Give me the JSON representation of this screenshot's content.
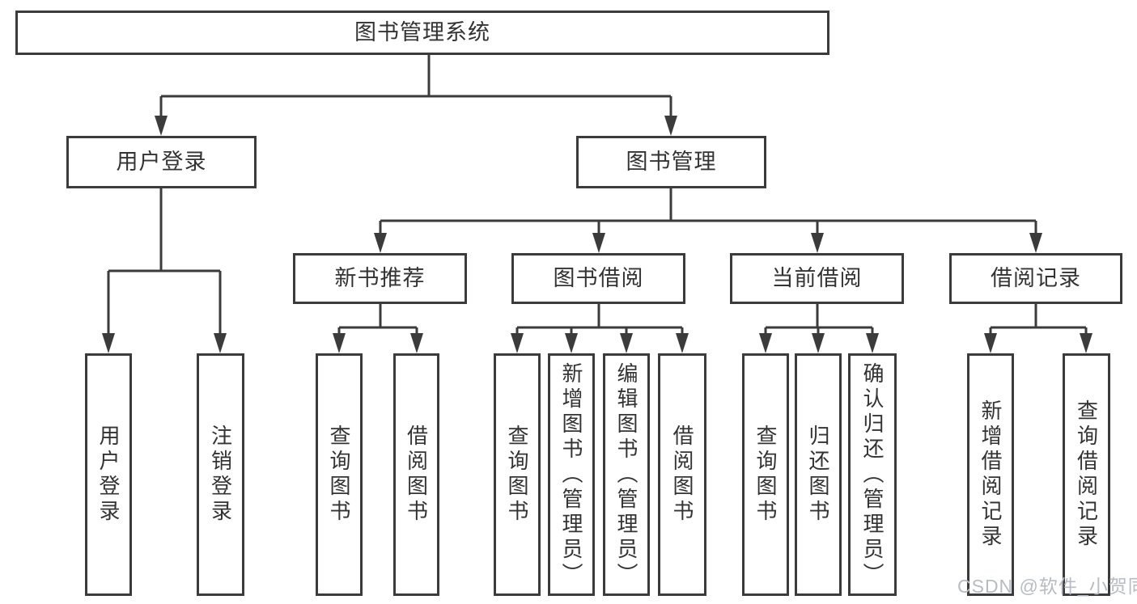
{
  "diagram": {
    "title": "图书管理系统",
    "level2": [
      {
        "label": "用户登录"
      },
      {
        "label": "图书管理"
      }
    ],
    "level3": [
      {
        "label": "新书推荐",
        "parent": "图书管理"
      },
      {
        "label": "图书借阅",
        "parent": "图书管理"
      },
      {
        "label": "当前借阅",
        "parent": "图书管理"
      },
      {
        "label": "借阅记录",
        "parent": "图书管理"
      }
    ],
    "leaves": [
      {
        "label": "用户登录",
        "parent": "用户登录"
      },
      {
        "label": "注销登录",
        "parent": "用户登录"
      },
      {
        "label": "查询图书",
        "parent": "新书推荐"
      },
      {
        "label": "借阅图书",
        "parent": "新书推荐"
      },
      {
        "label": "查询图书",
        "parent": "图书借阅"
      },
      {
        "label": "新增图书（管理员）",
        "parent": "图书借阅"
      },
      {
        "label": "编辑图书（管理员）",
        "parent": "图书借阅"
      },
      {
        "label": "借阅图书",
        "parent": "图书借阅"
      },
      {
        "label": "查询图书",
        "parent": "当前借阅"
      },
      {
        "label": "归还图书",
        "parent": "当前借阅"
      },
      {
        "label": "确认归还（管理员）",
        "parent": "当前借阅"
      },
      {
        "label": "新增借阅记录",
        "parent": "借阅记录"
      },
      {
        "label": "查询借阅记录",
        "parent": "借阅记录"
      }
    ],
    "colors": {
      "line": "#3b3b3b",
      "text": "#333333",
      "box_background": "#ffffff"
    }
  },
  "watermark": {
    "text": "CSDN @软件_小贺同学",
    "color": "#b6bcc3"
  }
}
